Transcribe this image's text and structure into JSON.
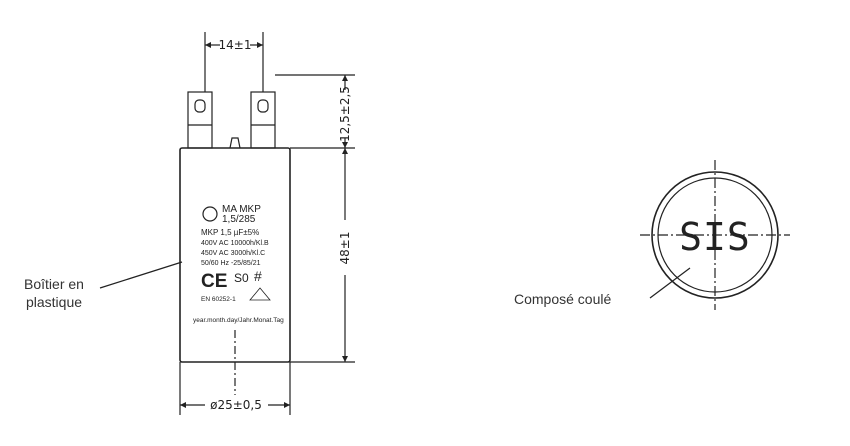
{
  "dimensions": {
    "terminal_spacing": "14±1",
    "terminal_height": "12,5±2,5",
    "body_height": "48±1",
    "diameter": "ø25±0,5"
  },
  "marking": {
    "brand_line": "MA  MKP",
    "rating": "1,5/285",
    "capacitance": "MKP 1,5  µF±5%",
    "line_400": "400V AC  10000h/Kl.B",
    "line_450": "450V AC   3000h/Kl.C",
    "frequency": "50/60 Hz  -25/85/21",
    "ce": "CE",
    "s0": "S0",
    "standard": "EN 60252-1",
    "date_format": "year.month.day/Jahr.Monat.Tag"
  },
  "top_view_code": "SIS",
  "labels": {
    "housing_line1": "Boîtier en",
    "housing_line2": "plastique",
    "compound": "Composé coulé"
  }
}
